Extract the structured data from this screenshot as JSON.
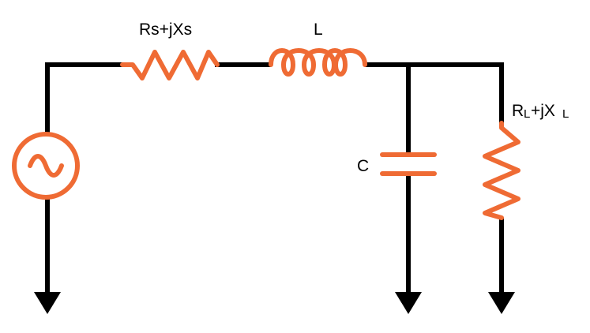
{
  "colors": {
    "wire": "#000000",
    "component": "#ef6b34",
    "background": "#ffffff"
  },
  "labels": {
    "source_resistor": "Rs+jXs",
    "inductor": "L",
    "capacitor": "C",
    "load_R": "R",
    "load_R_sub": "L",
    "load_mid": "+jX",
    "load_X_sub": "L"
  },
  "components": [
    {
      "name": "ac-source-icon"
    },
    {
      "name": "resistor-icon"
    },
    {
      "name": "inductor-icon"
    },
    {
      "name": "capacitor-icon"
    },
    {
      "name": "load-resistor-icon"
    },
    {
      "name": "ground-arrow-icon"
    }
  ]
}
